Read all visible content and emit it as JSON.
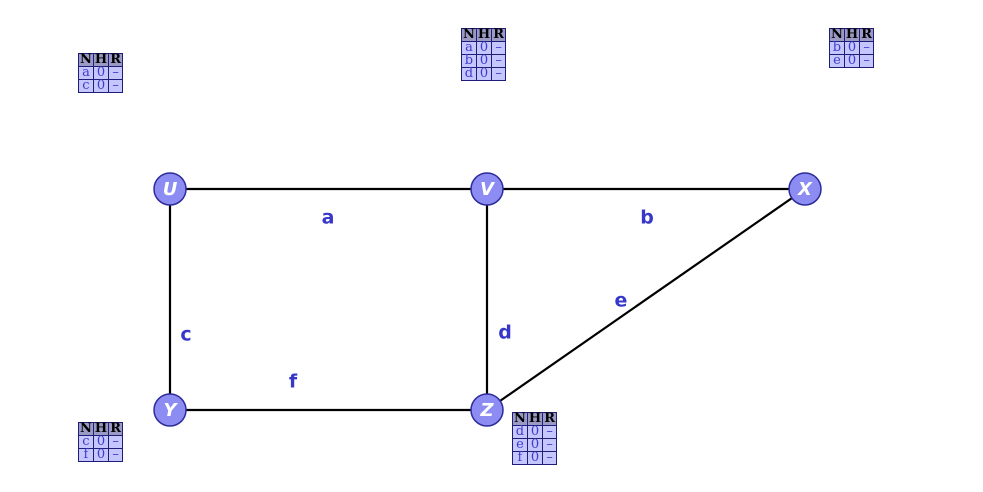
{
  "graph": {
    "colors": {
      "node_fill": "#8c8cf2",
      "node_stroke": "#2c2c9a",
      "node_label": "#ffffff",
      "edge": "#000000",
      "edge_label": "#3838c8"
    },
    "nodes": [
      {
        "id": "U",
        "label": "U"
      },
      {
        "id": "V",
        "label": "V"
      },
      {
        "id": "X",
        "label": "X"
      },
      {
        "id": "Y",
        "label": "Y"
      },
      {
        "id": "Z",
        "label": "Z"
      }
    ],
    "edges": [
      {
        "id": "a",
        "label": "a",
        "from": "U",
        "to": "V"
      },
      {
        "id": "b",
        "label": "b",
        "from": "V",
        "to": "X"
      },
      {
        "id": "c",
        "label": "c",
        "from": "U",
        "to": "Y"
      },
      {
        "id": "d",
        "label": "d",
        "from": "V",
        "to": "Z"
      },
      {
        "id": "e",
        "label": "e",
        "from": "X",
        "to": "Z"
      },
      {
        "id": "f",
        "label": "f",
        "from": "Y",
        "to": "Z"
      }
    ]
  },
  "routing_tables": {
    "headers": [
      "N",
      "H",
      "R"
    ],
    "U": [
      [
        "a",
        "0",
        "–"
      ],
      [
        "c",
        "0",
        "–"
      ]
    ],
    "V": [
      [
        "a",
        "0",
        "–"
      ],
      [
        "b",
        "0",
        "–"
      ],
      [
        "d",
        "0",
        "–"
      ]
    ],
    "X": [
      [
        "b",
        "0",
        "–"
      ],
      [
        "e",
        "0",
        "–"
      ]
    ],
    "Y": [
      [
        "c",
        "0",
        "–"
      ],
      [
        "f",
        "0",
        "–"
      ]
    ],
    "Z": [
      [
        "d",
        "0",
        "–"
      ],
      [
        "e",
        "0",
        "–"
      ],
      [
        "f",
        "0",
        "–"
      ]
    ]
  }
}
